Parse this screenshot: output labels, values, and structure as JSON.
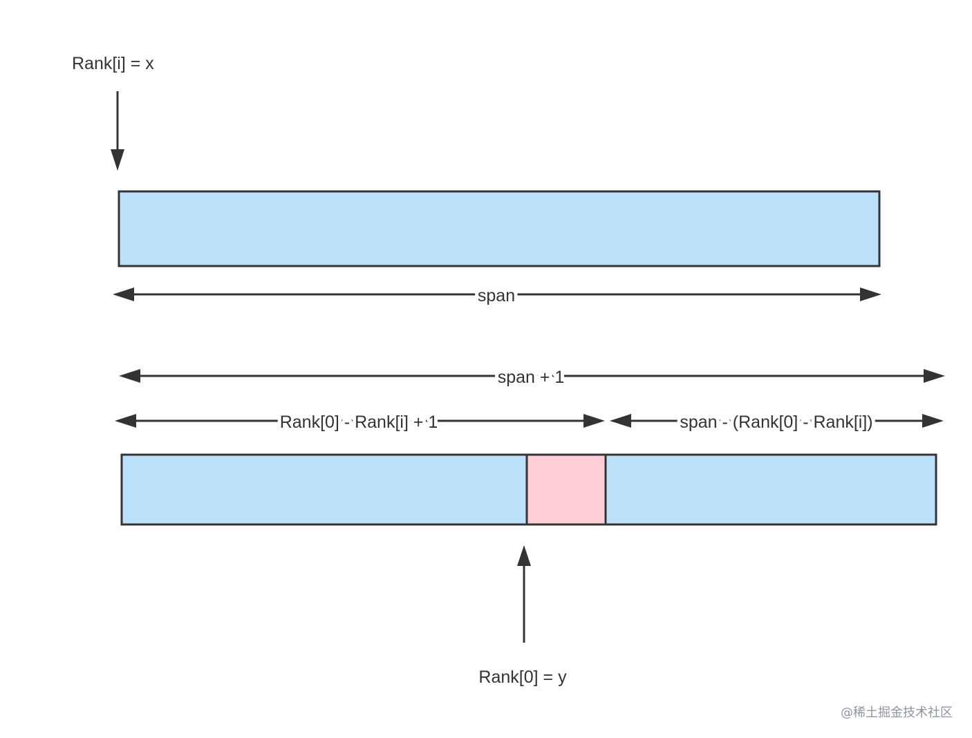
{
  "colors": {
    "box_fill": "#bde0fb",
    "highlight_fill": "#ffcdd5",
    "stroke": "#333333",
    "text": "#333333",
    "watermark": "#8f959e"
  },
  "labels": {
    "rank_i": "Rank[i] = x",
    "rank_0": "Rank[0] = y",
    "span": "span",
    "span_plus_1": "span + 1",
    "left_part": "Rank[0] - Rank[i] + 1",
    "right_part": "span - (Rank[0] - Rank[i])"
  },
  "watermark": "@稀土掘金技术社区"
}
